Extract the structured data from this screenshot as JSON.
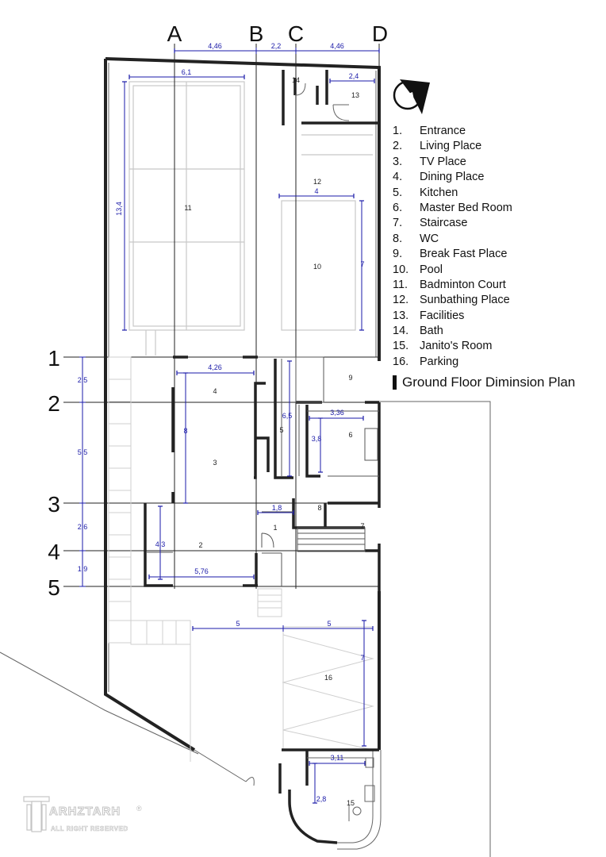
{
  "axes": {
    "columns": [
      "A",
      "B",
      "C",
      "D"
    ],
    "rows": [
      "1",
      "2",
      "3",
      "4",
      "5"
    ]
  },
  "dimensions": {
    "top_ab": "4,46",
    "top_bc": "2,2",
    "top_cd": "4,46",
    "court_w": "6,1",
    "court_h": "13,4",
    "fac_w": "2,4",
    "pool_w": "4",
    "pool_h": "7",
    "r12": "2,5",
    "r23": "5,5",
    "r34": "2,6",
    "r45": "1,9",
    "dining_w": "4,26",
    "tv_h": "8",
    "kitchen_h": "6,5",
    "bed_w": "3,36",
    "bed_h": "3,8",
    "stair_w": "1,8",
    "living_h": "4,3",
    "living_w": "5,76",
    "park_w1": "5",
    "park_w2": "5",
    "park_h": "7",
    "jan_w": "3,11",
    "jan_h": "2,8"
  },
  "rooms": {
    "r1": "1",
    "r2": "2",
    "r3": "3",
    "r4": "4",
    "r5": "5",
    "r6": "6",
    "r7": "7",
    "r8": "8",
    "r9": "9",
    "r10": "10",
    "r11": "11",
    "r12": "12",
    "r13": "13",
    "r14": "14",
    "r15": "15",
    "r16": "16"
  },
  "legend": {
    "items": [
      {
        "num": "1.",
        "label": "Entrance"
      },
      {
        "num": "2.",
        "label": "Living Place"
      },
      {
        "num": "3.",
        "label": "TV Place"
      },
      {
        "num": "4.",
        "label": "Dining Place"
      },
      {
        "num": "5.",
        "label": "Kitchen"
      },
      {
        "num": "6.",
        "label": "Master Bed Room"
      },
      {
        "num": "7.",
        "label": "Staircase"
      },
      {
        "num": "8.",
        "label": "WC"
      },
      {
        "num": "9.",
        "label": "Break Fast Place"
      },
      {
        "num": "10.",
        "label": "Pool"
      },
      {
        "num": "11.",
        "label": "Badminton Court"
      },
      {
        "num": "12.",
        "label": "Sunbathing Place"
      },
      {
        "num": "13.",
        "label": "Facilities"
      },
      {
        "num": "14.",
        "label": "Bath"
      },
      {
        "num": "15.",
        "label": "Janito's Room"
      },
      {
        "num": "16.",
        "label": "Parking"
      }
    ],
    "title": "Ground Floor Diminsion Plan"
  },
  "logo": {
    "name": "ARHZTARH",
    "sub": "ALL RIGHT RESERVED",
    "reg": "®"
  },
  "colors": {
    "dimension": "#1a1aa8",
    "wall": "#222222",
    "thin": "#9a9a9a",
    "court": "#c8c8c8"
  }
}
